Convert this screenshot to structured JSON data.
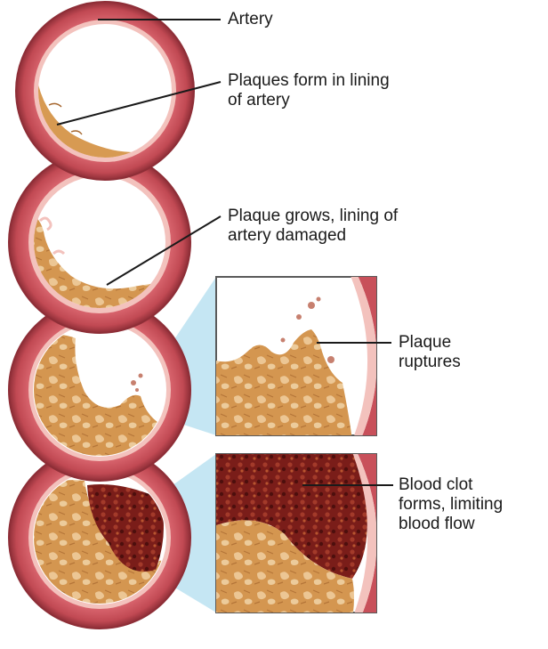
{
  "colors": {
    "artery_wall": "#c8505a",
    "artery_wall_dark": "#8e2e37",
    "lining": "#f3c2bd",
    "plaque": "#d79a52",
    "plaque_dark": "#a5652c",
    "clot": "#6f1916",
    "zoom_panel": "#bfe3f2",
    "leader_line": "#1a1a1a"
  },
  "labels": {
    "artery": "Artery",
    "stage1_line1": "Plaques form in lining",
    "stage1_line2": "of artery",
    "stage2_line1": "Plaque grows, lining of",
    "stage2_line2": "artery damaged",
    "stage3_line1": "Plaque",
    "stage3_line2": "ruptures",
    "stage4_line1": "Blood clot",
    "stage4_line2": "forms, limiting",
    "stage4_line3": "blood flow"
  }
}
